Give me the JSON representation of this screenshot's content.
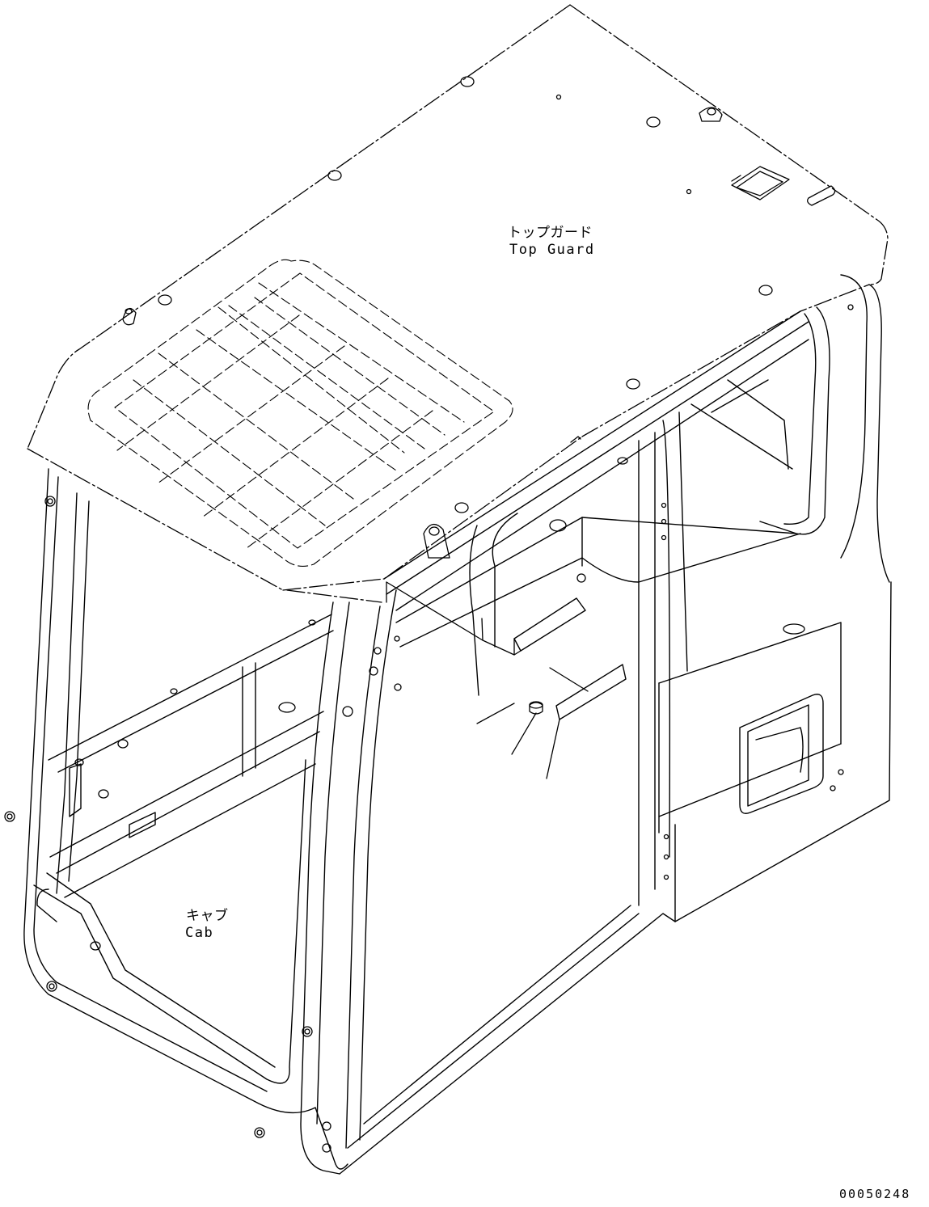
{
  "labels": {
    "top_guard_jp": "トップガード",
    "top_guard_en": "Top Guard",
    "cab_jp": "キャブ",
    "cab_en": "Cab"
  },
  "drawing_number": "00050248"
}
